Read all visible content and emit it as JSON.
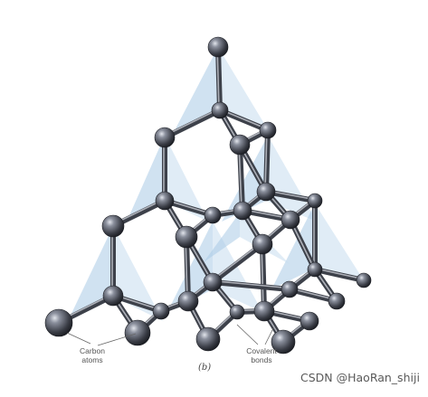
{
  "figure": {
    "labels": {
      "carbon_line1": "Carbon",
      "carbon_line2": "atoms",
      "covalent_line1": "Covalent",
      "covalent_line2": "bonds",
      "panel": "(b)"
    },
    "watermark": "CSDN @HaoRan_shiji",
    "colors": {
      "atom_highlight": "#d9dde6",
      "atom_mid": "#5c6170",
      "atom_dark": "#1a1c22",
      "tetrahedron": "#a9cbe6",
      "bond": "#3d414a",
      "bond_light": "#c9ccd3"
    }
  }
}
